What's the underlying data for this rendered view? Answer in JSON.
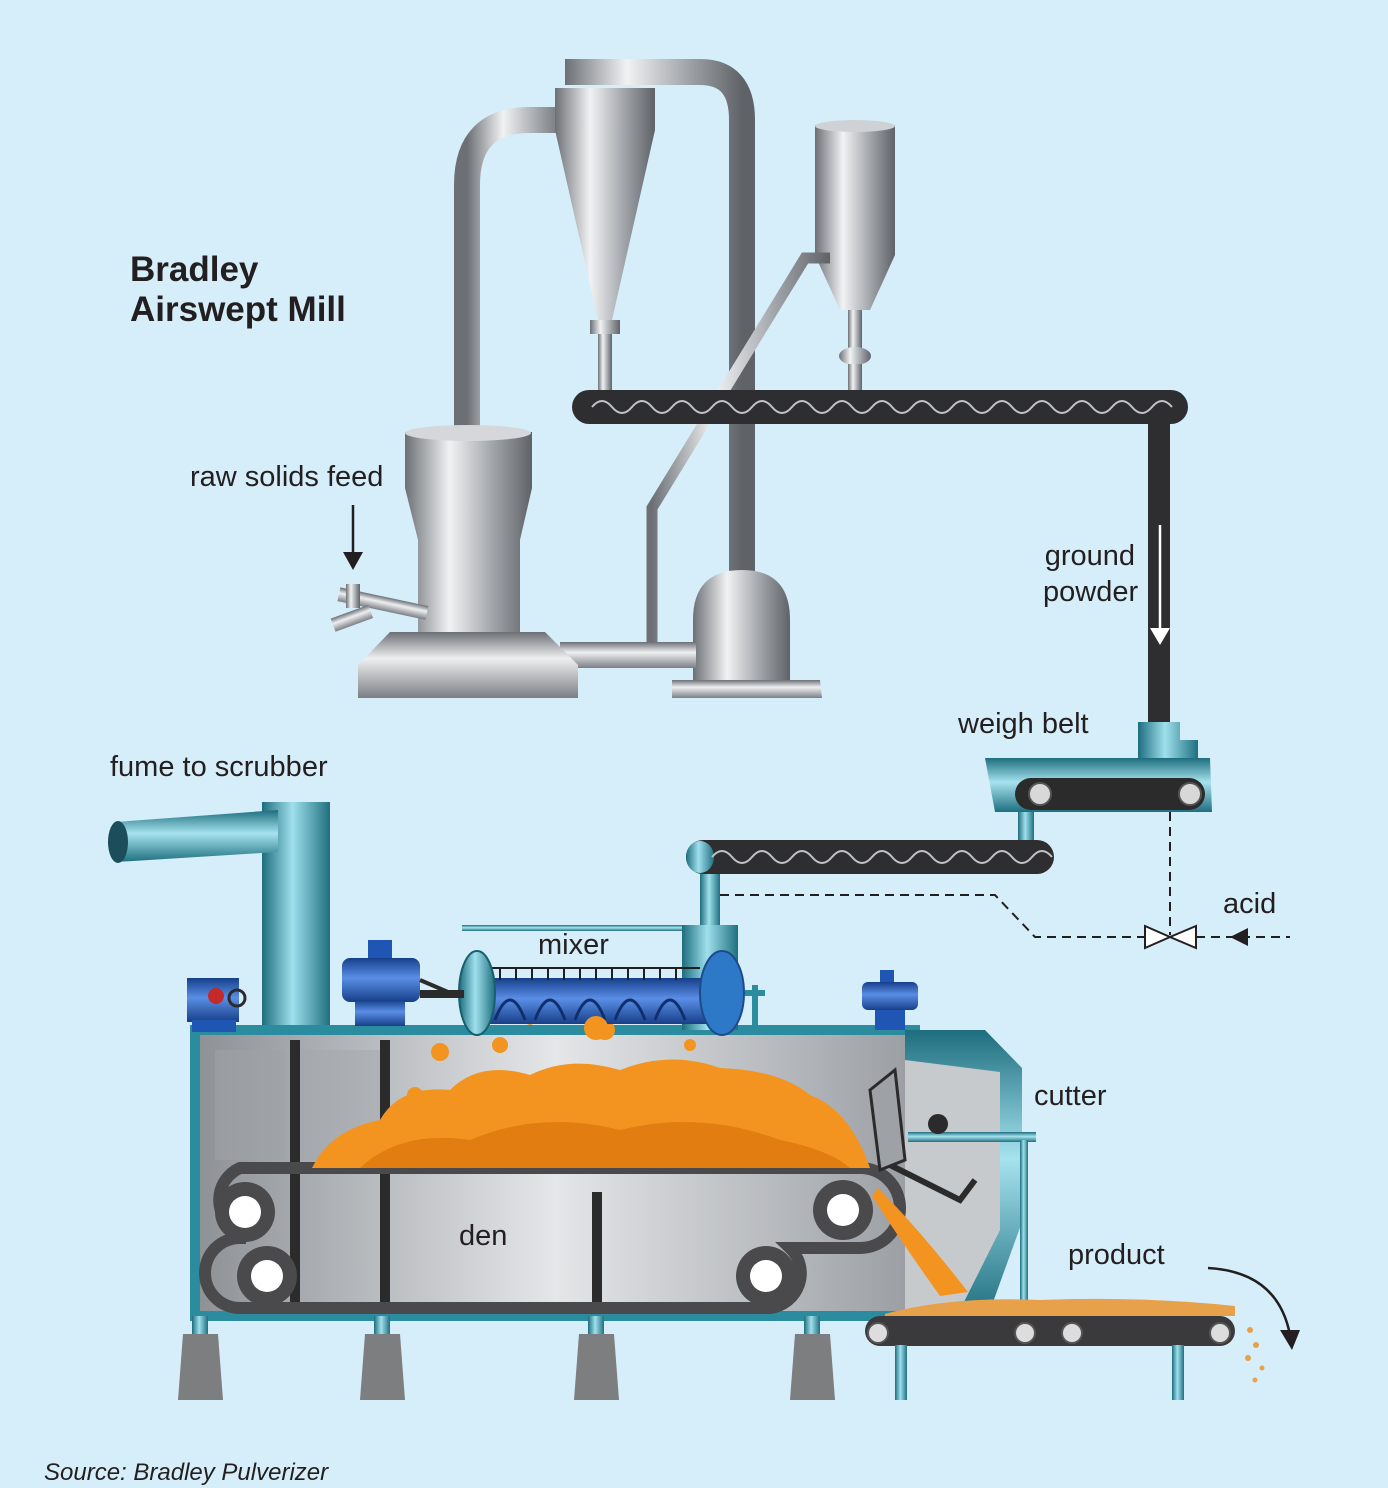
{
  "title": {
    "line1": "Bradley",
    "line2": "Airswept Mill"
  },
  "labels": {
    "raw_solids_feed": "raw solids feed",
    "ground_powder_1": "ground",
    "ground_powder_2": "powder",
    "weigh_belt": "weigh belt",
    "fume_to_scrubber": "fume to scrubber",
    "acid": "acid",
    "mixer": "mixer",
    "cutter": "cutter",
    "den": "den",
    "product": "product"
  },
  "source": "Source: Bradley Pulverizer",
  "colors": {
    "background": "#d6eef9",
    "steel": "#a8abb0",
    "teal": "#2a8c9e",
    "blue_motor": "#1f56b3",
    "orange": "#f39420",
    "dark": "#2b2b2b"
  }
}
